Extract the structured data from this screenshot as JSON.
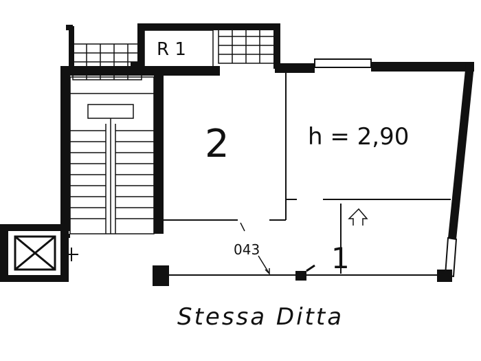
{
  "labels": {
    "room_r1": "R 1",
    "room_2": "2",
    "height": "h = 2,90",
    "room_1": "1",
    "stair_number": "043",
    "caption": "Stessa Ditta"
  },
  "colors": {
    "ink": "#111111",
    "paper": "#ffffff"
  },
  "icons": {
    "elevator": "elevator-cross-box-icon",
    "entry": "up-arrow-icon"
  }
}
